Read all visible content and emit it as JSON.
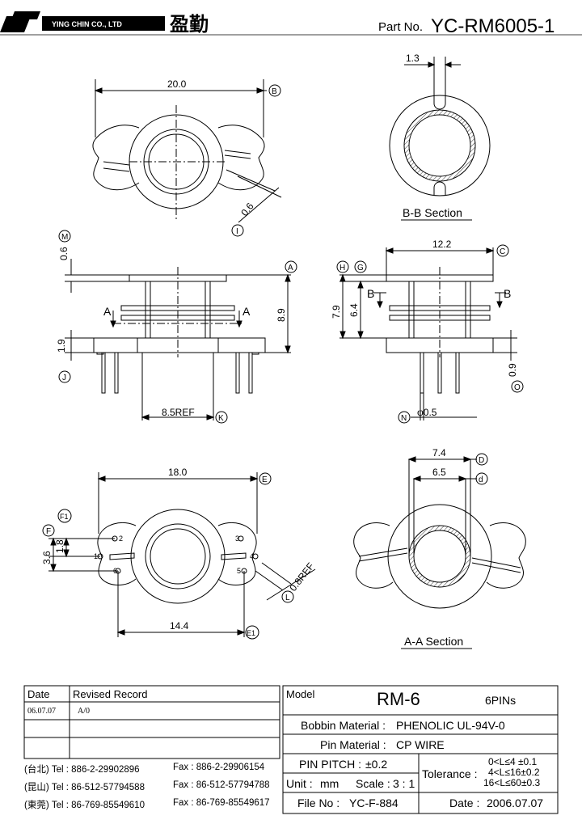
{
  "header": {
    "company_name": "YING CHIN CO., LTD",
    "company_cn": "盈勤",
    "part_no_label": "Part No.",
    "part_no": "YC-RM6005-1"
  },
  "drawing": {
    "top_view": {
      "dim_width": "20.0",
      "callout_b": "B",
      "dim_slot": "0.6",
      "callout_i": "I"
    },
    "section_bb": {
      "dim_slot": "1.3",
      "caption": "B-B Section"
    },
    "front_view": {
      "callout_a_right": "A",
      "callout_m": "M",
      "callout_j": "J",
      "callout_k": "K",
      "dim_flange": "0.6",
      "dim_height": "8.9",
      "dim_base": "1.9",
      "dim_pin_ref": "8.5REF",
      "section_a_left": "A",
      "section_a_right": "A"
    },
    "side_view": {
      "dim_width": "12.2",
      "callout_c": "C",
      "callout_h": "H",
      "callout_g": "G",
      "callout_o": "O",
      "callout_n": "N",
      "dim_7_9": "7.9",
      "dim_6_4": "6.4",
      "dim_0_9": "0.9",
      "dim_pin_dia": "φ0.5",
      "section_b_left": "B",
      "section_b_right": "B"
    },
    "bottom_view": {
      "dim_width": "18.0",
      "callout_e": "E",
      "callout_e1": "E1",
      "callout_f": "F",
      "callout_f1": "F1",
      "callout_l": "L",
      "dim_3_6": "3.6",
      "dim_1_8": "1.8",
      "dim_14_4": "14.4",
      "dim_0_8ref": "0.8REF",
      "pins": [
        "1",
        "2",
        "3",
        "4",
        "5",
        "6"
      ]
    },
    "section_aa": {
      "dim_7_4": "7.4",
      "dim_6_5": "6.5",
      "callout_d_upper": "D",
      "callout_d_lower": "d",
      "caption": "A-A Section"
    }
  },
  "title_block": {
    "rev_head_date": "Date",
    "rev_head_record": "Revised  Record",
    "rev_rows": [
      {
        "date": "06.07.07",
        "record": "A/0"
      },
      {
        "date": "",
        "record": ""
      },
      {
        "date": "",
        "record": ""
      }
    ],
    "contacts": [
      {
        "city": "(台北)",
        "tel": "Tel : 886-2-29902896",
        "fax": "Fax : 886-2-29906154"
      },
      {
        "city": "(昆山)",
        "tel": "Tel : 86-512-57794588",
        "fax": "Fax : 86-512-57794788"
      },
      {
        "city": "(東莞)",
        "tel": "Tel : 86-769-85549610",
        "fax": "Fax : 86-769-85549617"
      }
    ],
    "model_label": "Model",
    "model_value": "RM-6",
    "pins": "6PINs",
    "bobbin_material_label": "Bobbin  Material :",
    "bobbin_material": "PHENOLIC UL-94V-0",
    "pin_material_label": "Pin  Material :",
    "pin_material": "CP  WIRE",
    "pin_pitch_label": "PIN  PITCH :",
    "pin_pitch": "±0.2",
    "unit_label": "Unit :",
    "unit": "mm",
    "scale_label": "Scale :",
    "scale": "3 : 1",
    "tolerance_label": "Tolerance :",
    "tolerances": [
      "0<L≤4  ±0.1",
      "4<L≤16±0.2",
      "16<L≤60±0.3"
    ],
    "file_no_label": "File  No :",
    "file_no": "YC-F-884",
    "date_label": "Date :",
    "date": "2006.07.07"
  }
}
